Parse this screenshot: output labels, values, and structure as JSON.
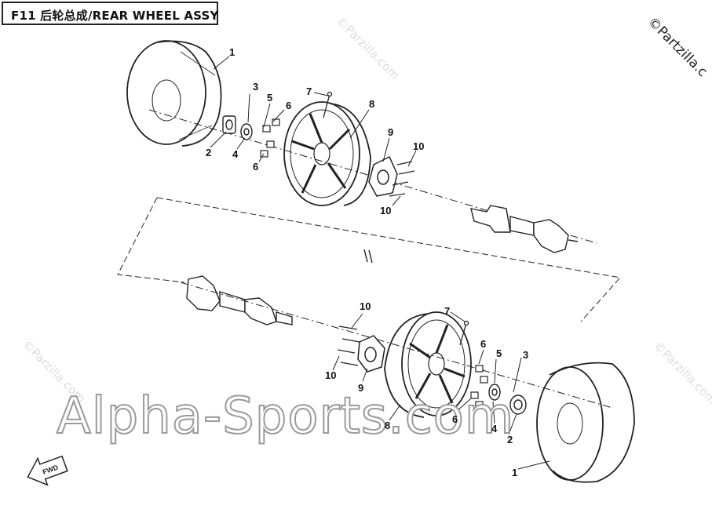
{
  "header": {
    "title": "F11 后轮总成/REAR WHEEL ASSY"
  },
  "copyright_mark": "©Partzilla.c",
  "watermarks": {
    "parzilla": "©Parzilla.com",
    "alpha_sports": "Alpha-Sports.com"
  },
  "fwd_label": "FWD",
  "callouts": {
    "upper": [
      "1",
      "2",
      "3",
      "4",
      "5",
      "6",
      "6",
      "7",
      "8",
      "9",
      "10",
      "10"
    ],
    "lower": [
      "1",
      "2",
      "3",
      "4",
      "5",
      "6",
      "6",
      "7",
      "8",
      "9",
      "10",
      "10"
    ]
  },
  "colors": {
    "line": "#222222",
    "watermark": "#dcdcdc"
  }
}
